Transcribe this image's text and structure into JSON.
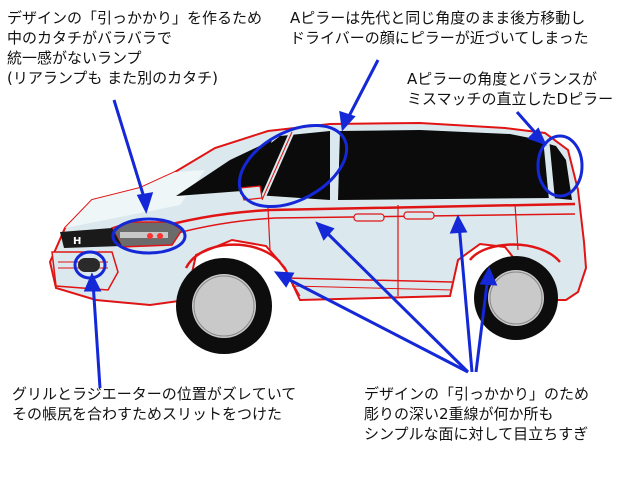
{
  "annotations": {
    "top_left": [
      "デザインの「引っかかり」を作るため",
      "中のカタチがバラバラで",
      "統一感がないランプ",
      "(リアランプも また別のカタチ)"
    ],
    "top_middle": [
      "Aピラーは先代と同じ角度のまま後方移動し",
      "ドライバーの顔にピラーが近づいてしまった"
    ],
    "top_right": [
      "Aピラーの角度とバランスが",
      "ミスマッチの直立したDピラー"
    ],
    "bottom_left": [
      "グリルとラジエーターの位置がズレていて",
      "その帳尻を合わすためスリットをつけた"
    ],
    "bottom_right": [
      "デザインの「引っかかり」のため",
      "彫りの深い2重線が何か所も",
      "シンプルな面に対して目立ちすぎ"
    ],
    "badge": "H"
  },
  "colors": {
    "annotation_blue": "#1428d8",
    "outline_red": "#e01414",
    "body_fill": "#dbe9ee",
    "glass": "#0b0b0b",
    "tire": "#0d0d0d",
    "wheel": "#c9c9c9"
  }
}
